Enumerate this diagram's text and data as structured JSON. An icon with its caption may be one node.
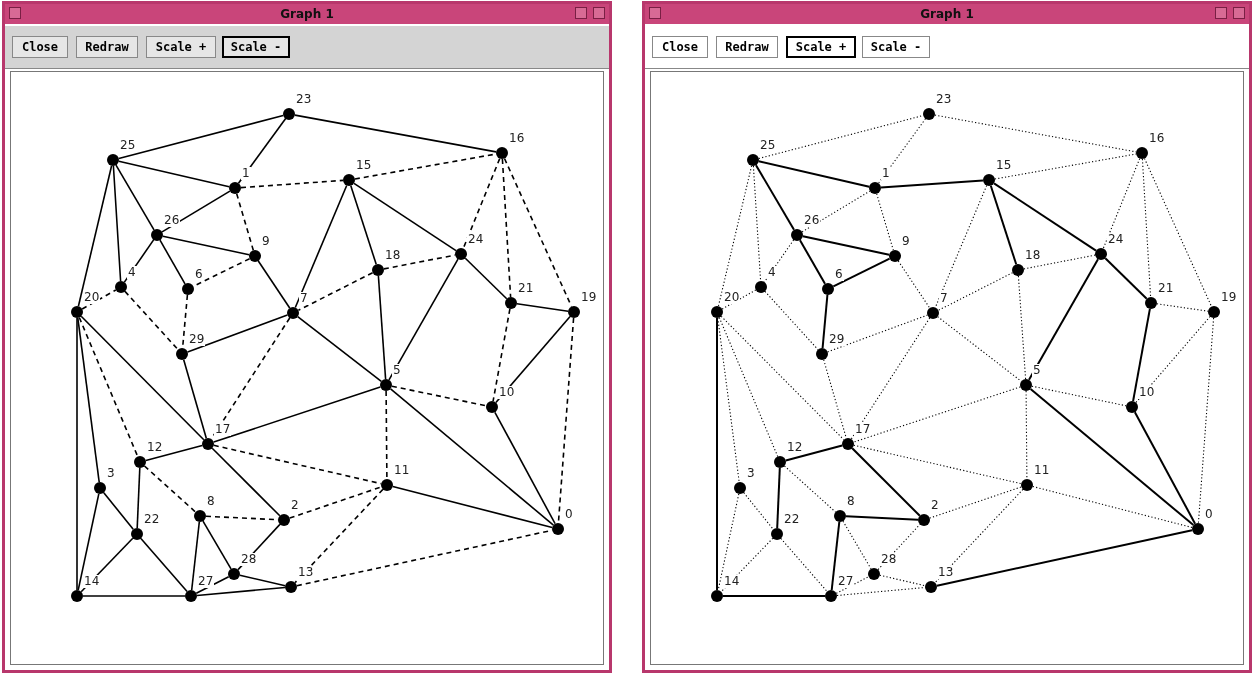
{
  "diagram": {
    "nodes": [
      {
        "text": [
          "Graph 1"
        ]
      },
      {
        "text": [
          "Close"
        ],
        "in": 0
      },
      {
        "text": [
          "Redraw"
        ],
        "in": 0
      },
      {
        "text": [
          "Scale +"
        ],
        "in": 0
      },
      {
        "text": [
          "Scale -"
        ],
        "in": 0
      },
      {
        "text": [],
        "shape": "circle",
        "beside": [
          "0"
        ],
        "in": 0
      },
      {
        "text": [],
        "shape": "circle",
        "beside": [
          "1"
        ],
        "in": 0
      },
      {
        "text": [],
        "shape": "circle",
        "beside": [
          "2"
        ],
        "in": 0
      },
      {
        "text": [],
        "shape": "circle",
        "beside": [
          "3"
        ],
        "in": 0
      },
      {
        "text": [],
        "shape": "circle",
        "beside": [
          "4"
        ],
        "in": 0
      },
      {
        "text": [],
        "shape": "circle",
        "beside": [
          "5"
        ],
        "in": 0
      },
      {
        "text": [],
        "shape": "circle",
        "beside": [
          "6"
        ],
        "in": 0
      },
      {
        "text": [],
        "shape": "circle",
        "beside": [
          "7"
        ],
        "in": 0
      },
      {
        "text": [],
        "shape": "circle",
        "beside": [
          "8"
        ],
        "in": 0
      },
      {
        "text": [],
        "shape": "circle",
        "beside": [
          "9"
        ],
        "in": 0
      },
      {
        "text": [],
        "shape": "circle",
        "beside": [
          "10"
        ],
        "in": 0
      },
      {
        "text": [],
        "shape": "circle",
        "beside": [
          "11"
        ],
        "in": 0
      },
      {
        "text": [],
        "shape": "circle",
        "beside": [
          "12"
        ],
        "in": 0
      },
      {
        "text": [],
        "shape": "circle",
        "beside": [
          "13"
        ],
        "in": 0
      },
      {
        "text": [],
        "shape": "circle",
        "beside": [
          "14"
        ],
        "in": 0
      },
      {
        "text": [],
        "shape": "circle",
        "beside": [
          "15"
        ],
        "in": 0
      },
      {
        "text": [],
        "shape": "circle",
        "beside": [
          "16"
        ],
        "in": 0
      },
      {
        "text": [],
        "shape": "circle",
        "beside": [
          "17"
        ],
        "in": 0
      },
      {
        "text": [],
        "shape": "circle",
        "beside": [
          "18"
        ],
        "in": 0
      },
      {
        "text": [],
        "shape": "circle",
        "beside": [
          "19"
        ],
        "in": 0
      },
      {
        "text": [],
        "shape": "circle",
        "beside": [
          "20"
        ],
        "in": 0
      },
      {
        "text": [],
        "shape": "circle",
        "beside": [
          "21"
        ],
        "in": 0
      },
      {
        "text": [],
        "shape": "circle",
        "beside": [
          "22"
        ],
        "in": 0
      },
      {
        "text": [],
        "shape": "circle",
        "beside": [
          "23"
        ],
        "in": 0
      },
      {
        "text": [],
        "shape": "circle",
        "beside": [
          "24"
        ],
        "in": 0
      },
      {
        "text": [],
        "shape": "circle",
        "beside": [
          "25"
        ],
        "in": 0
      },
      {
        "text": [],
        "shape": "circle",
        "beside": [
          "26"
        ],
        "in": 0
      },
      {
        "text": [],
        "shape": "circle",
        "beside": [
          "27"
        ],
        "in": 0
      },
      {
        "text": [],
        "shape": "circle",
        "beside": [
          "28"
        ],
        "in": 0
      },
      {
        "text": [],
        "shape": "circle",
        "beside": [
          "29"
        ],
        "in": 0
      },
      {
        "text": [
          "Graph 1"
        ]
      },
      {
        "text": [
          "Close"
        ],
        "in": 35
      },
      {
        "text": [
          "Redraw"
        ],
        "in": 35
      },
      {
        "text": [
          "Scale +"
        ],
        "in": 35
      },
      {
        "text": [
          "Scale -"
        ],
        "in": 35
      },
      {
        "text": [],
        "shape": "circle",
        "beside": [
          "0"
        ],
        "in": 35
      },
      {
        "text": [],
        "shape": "circle",
        "beside": [
          "1"
        ],
        "in": 35
      },
      {
        "text": [],
        "shape": "circle",
        "beside": [
          "2"
        ],
        "in": 35
      },
      {
        "text": [],
        "shape": "circle",
        "beside": [
          "3"
        ],
        "in": 35
      },
      {
        "text": [],
        "shape": "circle",
        "beside": [
          "4"
        ],
        "in": 35
      },
      {
        "text": [],
        "shape": "circle",
        "beside": [
          "5"
        ],
        "in": 35
      },
      {
        "text": [],
        "shape": "circle",
        "beside": [
          "6"
        ],
        "in": 35
      },
      {
        "text": [],
        "shape": "circle",
        "beside": [
          "7"
        ],
        "in": 35
      },
      {
        "text": [],
        "shape": "circle",
        "beside": [
          "8"
        ],
        "in": 35
      },
      {
        "text": [],
        "shape": "circle",
        "beside": [
          "9"
        ],
        "in": 35
      },
      {
        "text": [],
        "shape": "circle",
        "beside": [
          "10"
        ],
        "in": 35
      },
      {
        "text": [],
        "shape": "circle",
        "beside": [
          "11"
        ],
        "in": 35
      },
      {
        "text": [],
        "shape": "circle",
        "beside": [
          "12"
        ],
        "in": 35
      },
      {
        "text": [],
        "shape": "circle",
        "beside": [
          "13"
        ],
        "in": 35
      },
      {
        "text": [],
        "shape": "circle",
        "beside": [
          "14"
        ],
        "in": 35
      },
      {
        "text": [],
        "shape": "circle",
        "beside": [
          "15"
        ],
        "in": 35
      },
      {
        "text": [],
        "shape": "circle",
        "beside": [
          "16"
        ],
        "in": 35
      },
      {
        "text": [],
        "shape": "circle",
        "beside": [
          "17"
        ],
        "in": 35
      },
      {
        "text": [],
        "shape": "circle",
        "beside": [
          "18"
        ],
        "in": 35
      },
      {
        "text": [],
        "shape": "circle",
        "beside": [
          "19"
        ],
        "in": 35
      },
      {
        "text": [],
        "shape": "circle",
        "beside": [
          "20"
        ],
        "in": 35
      },
      {
        "text": [],
        "shape": "circle",
        "beside": [
          "21"
        ],
        "in": 35
      },
      {
        "text": [],
        "shape": "circle",
        "beside": [
          "22"
        ],
        "in": 35
      },
      {
        "text": [],
        "shape": "circle",
        "beside": [
          "23"
        ],
        "in": 35
      },
      {
        "text": [],
        "shape": "circle",
        "beside": [
          "24"
        ],
        "in": 35
      },
      {
        "text": [],
        "shape": "circle",
        "beside": [
          "25"
        ],
        "in": 35
      },
      {
        "text": [],
        "shape": "circle",
        "beside": [
          "26"
        ],
        "in": 35
      },
      {
        "text": [],
        "shape": "circle",
        "beside": [
          "27"
        ],
        "in": 35
      },
      {
        "text": [],
        "shape": "circle",
        "beside": [
          "28"
        ],
        "in": 35
      },
      {
        "text": [],
        "shape": "circle",
        "beside": [
          "29"
        ],
        "in": 35
      }
    ],
    "edges": [
      {
        "from": 30,
        "to": 28,
        "arrow": "none"
      },
      {
        "from": 28,
        "to": 21,
        "arrow": "none"
      },
      {
        "from": 28,
        "to": 6,
        "arrow": "none"
      },
      {
        "from": 30,
        "to": 6,
        "arrow": "none"
      },
      {
        "from": 30,
        "to": 31,
        "arrow": "none"
      },
      {
        "from": 30,
        "to": 9,
        "arrow": "none"
      },
      {
        "from": 30,
        "to": 25,
        "arrow": "none"
      },
      {
        "from": 31,
        "to": 6,
        "arrow": "none"
      },
      {
        "from": 31,
        "to": 14,
        "arrow": "none"
      },
      {
        "from": 31,
        "to": 9,
        "arrow": "none"
      },
      {
        "from": 31,
        "to": 11,
        "arrow": "none"
      },
      {
        "from": 14,
        "to": 12,
        "arrow": "none"
      },
      {
        "from": 20,
        "to": 12,
        "arrow": "none"
      },
      {
        "from": 20,
        "to": 23,
        "arrow": "none"
      },
      {
        "from": 20,
        "to": 29,
        "arrow": "none"
      },
      {
        "from": 29,
        "to": 10,
        "arrow": "none"
      },
      {
        "from": 29,
        "to": 26,
        "arrow": "none"
      },
      {
        "from": 26,
        "to": 24,
        "arrow": "none"
      },
      {
        "from": 34,
        "to": 12,
        "arrow": "none"
      },
      {
        "from": 12,
        "to": 10,
        "arrow": "none"
      },
      {
        "from": 23,
        "to": 10,
        "arrow": "none"
      },
      {
        "from": 24,
        "to": 15,
        "arrow": "none"
      },
      {
        "from": 15,
        "to": 5,
        "arrow": "none"
      },
      {
        "from": 10,
        "to": 5,
        "arrow": "none"
      },
      {
        "from": 10,
        "to": 22,
        "arrow": "none"
      },
      {
        "from": 25,
        "to": 22,
        "arrow": "none"
      },
      {
        "from": 25,
        "to": 19,
        "arrow": "none"
      },
      {
        "from": 25,
        "to": 8,
        "arrow": "none"
      },
      {
        "from": 34,
        "to": 22,
        "arrow": "none"
      },
      {
        "from": 22,
        "to": 17,
        "arrow": "none"
      },
      {
        "from": 22,
        "to": 7,
        "arrow": "none"
      },
      {
        "from": 17,
        "to": 27,
        "arrow": "none"
      },
      {
        "from": 8,
        "to": 27,
        "arrow": "none"
      },
      {
        "from": 8,
        "to": 19,
        "arrow": "none"
      },
      {
        "from": 27,
        "to": 19,
        "arrow": "none"
      },
      {
        "from": 27,
        "to": 32,
        "arrow": "none"
      },
      {
        "from": 19,
        "to": 32,
        "arrow": "none"
      },
      {
        "from": 13,
        "to": 32,
        "arrow": "none"
      },
      {
        "from": 13,
        "to": 33,
        "arrow": "none"
      },
      {
        "from": 33,
        "to": 7,
        "arrow": "none"
      },
      {
        "from": 32,
        "to": 33,
        "arrow": "none"
      },
      {
        "from": 33,
        "to": 18,
        "arrow": "none"
      },
      {
        "from": 32,
        "to": 18,
        "arrow": "none"
      },
      {
        "from": 16,
        "to": 5,
        "arrow": "none"
      },
      {
        "from": 6,
        "to": 20,
        "arrow": "none",
        "style": "dashed"
      },
      {
        "from": 20,
        "to": 21,
        "arrow": "none",
        "style": "dashed"
      },
      {
        "from": 6,
        "to": 14,
        "arrow": "none",
        "style": "dashed"
      },
      {
        "from": 21,
        "to": 29,
        "arrow": "none",
        "style": "dashed"
      },
      {
        "from": 21,
        "to": 26,
        "arrow": "none",
        "style": "dashed"
      },
      {
        "from": 21,
        "to": 24,
        "arrow": "none",
        "style": "dashed"
      },
      {
        "from": 14,
        "to": 11,
        "arrow": "none",
        "style": "dashed"
      },
      {
        "from": 23,
        "to": 12,
        "arrow": "none",
        "style": "dashed"
      },
      {
        "from": 23,
        "to": 29,
        "arrow": "none",
        "style": "dashed"
      },
      {
        "from": 25,
        "to": 9,
        "arrow": "none",
        "style": "dashed"
      },
      {
        "from": 9,
        "to": 34,
        "arrow": "none",
        "style": "dashed"
      },
      {
        "from": 11,
        "to": 34,
        "arrow": "none",
        "style": "dashed"
      },
      {
        "from": 12,
        "to": 22,
        "arrow": "none",
        "style": "dashed"
      },
      {
        "from": 26,
        "to": 15,
        "arrow": "none",
        "style": "dashed"
      },
      {
        "from": 24,
        "to": 5,
        "arrow": "none",
        "style": "dashed"
      },
      {
        "from": 10,
        "to": 15,
        "arrow": "none",
        "style": "dashed"
      },
      {
        "from": 10,
        "to": 16,
        "arrow": "none",
        "style": "dashed"
      },
      {
        "from": 25,
        "to": 17,
        "arrow": "none",
        "style": "dashed"
      },
      {
        "from": 22,
        "to": 16,
        "arrow": "none",
        "style": "dashed"
      },
      {
        "from": 17,
        "to": 13,
        "arrow": "none",
        "style": "dashed"
      },
      {
        "from": 13,
        "to": 7,
        "arrow": "none",
        "style": "dashed"
      },
      {
        "from": 7,
        "to": 16,
        "arrow": "none",
        "style": "dashed"
      },
      {
        "from": 16,
        "to": 18,
        "arrow": "none",
        "style": "dashed"
      },
      {
        "from": 18,
        "to": 5,
        "arrow": "none",
        "style": "dashed"
      },
      {
        "from": 65,
        "to": 63,
        "arrow": "none",
        "style": "dashed"
      },
      {
        "from": 63,
        "to": 56,
        "arrow": "none",
        "style": "dashed"
      },
      {
        "from": 63,
        "to": 41,
        "arrow": "none",
        "style": "dashed"
      },
      {
        "from": 65,
        "to": 41,
        "arrow": "none"
      },
      {
        "from": 65,
        "to": 66,
        "arrow": "none"
      },
      {
        "from": 65,
        "to": 44,
        "arrow": "none",
        "style": "dashed"
      },
      {
        "from": 65,
        "to": 60,
        "arrow": "none",
        "style": "dashed"
      },
      {
        "from": 66,
        "to": 41,
        "arrow": "none",
        "style": "dashed"
      },
      {
        "from": 66,
        "to": 49,
        "arrow": "none"
      },
      {
        "from": 66,
        "to": 44,
        "arrow": "none",
        "style": "dashed"
      },
      {
        "from": 66,
        "to": 46,
        "arrow": "none"
      },
      {
        "from": 49,
        "to": 47,
        "arrow": "none",
        "style": "dashed"
      },
      {
        "from": 55,
        "to": 47,
        "arrow": "none",
        "style": "dashed"
      },
      {
        "from": 55,
        "to": 58,
        "arrow": "none"
      },
      {
        "from": 55,
        "to": 64,
        "arrow": "none"
      },
      {
        "from": 64,
        "to": 45,
        "arrow": "none"
      },
      {
        "from": 64,
        "to": 61,
        "arrow": "none"
      },
      {
        "from": 61,
        "to": 59,
        "arrow": "none",
        "style": "dashed"
      },
      {
        "from": 69,
        "to": 47,
        "arrow": "none",
        "style": "dashed"
      },
      {
        "from": 47,
        "to": 45,
        "arrow": "none",
        "style": "dashed"
      },
      {
        "from": 58,
        "to": 45,
        "arrow": "none",
        "style": "dashed"
      },
      {
        "from": 59,
        "to": 50,
        "arrow": "none",
        "style": "dashed"
      },
      {
        "from": 50,
        "to": 40,
        "arrow": "none"
      },
      {
        "from": 45,
        "to": 40,
        "arrow": "none"
      },
      {
        "from": 45,
        "to": 57,
        "arrow": "none",
        "style": "dashed"
      },
      {
        "from": 60,
        "to": 57,
        "arrow": "none",
        "style": "dashed"
      },
      {
        "from": 60,
        "to": 54,
        "arrow": "none"
      },
      {
        "from": 60,
        "to": 43,
        "arrow": "none",
        "style": "dashed"
      },
      {
        "from": 69,
        "to": 57,
        "arrow": "none",
        "style": "dashed"
      },
      {
        "from": 57,
        "to": 52,
        "arrow": "none"
      },
      {
        "from": 57,
        "to": 42,
        "arrow": "none"
      },
      {
        "from": 52,
        "to": 62,
        "arrow": "none"
      },
      {
        "from": 43,
        "to": 62,
        "arrow": "none",
        "style": "dashed"
      },
      {
        "from": 43,
        "to": 54,
        "arrow": "none",
        "style": "dashed"
      },
      {
        "from": 62,
        "to": 54,
        "arrow": "none",
        "style": "dashed"
      },
      {
        "from": 62,
        "to": 67,
        "arrow": "none",
        "style": "dashed"
      },
      {
        "from": 54,
        "to": 67,
        "arrow": "none"
      },
      {
        "from": 48,
        "to": 67,
        "arrow": "none"
      },
      {
        "from": 48,
        "to": 68,
        "arrow": "none",
        "style": "dashed"
      },
      {
        "from": 68,
        "to": 42,
        "arrow": "none",
        "style": "dashed"
      },
      {
        "from": 67,
        "to": 68,
        "arrow": "none",
        "style": "dashed"
      },
      {
        "from": 68,
        "to": 53,
        "arrow": "none",
        "style": "dashed"
      },
      {
        "from": 67,
        "to": 53,
        "arrow": "none",
        "style": "dashed"
      },
      {
        "from": 51,
        "to": 40,
        "arrow": "none",
        "style": "dashed"
      },
      {
        "from": 41,
        "to": 55,
        "arrow": "none"
      },
      {
        "from": 55,
        "to": 56,
        "arrow": "none",
        "style": "dashed"
      },
      {
        "from": 41,
        "to": 49,
        "arrow": "none",
        "style": "dashed"
      },
      {
        "from": 56,
        "to": 64,
        "arrow": "none",
        "style": "dashed"
      },
      {
        "from": 56,
        "to": 61,
        "arrow": "none",
        "style": "dashed"
      },
      {
        "from": 56,
        "to": 59,
        "arrow": "none",
        "style": "dashed"
      },
      {
        "from": 49,
        "to": 46,
        "arrow": "none"
      },
      {
        "from": 58,
        "to": 47,
        "arrow": "none",
        "style": "dashed"
      },
      {
        "from": 58,
        "to": 64,
        "arrow": "none",
        "style": "dashed"
      },
      {
        "from": 60,
        "to": 44,
        "arrow": "none",
        "style": "dashed"
      },
      {
        "from": 44,
        "to": 69,
        "arrow": "none",
        "style": "dashed"
      },
      {
        "from": 46,
        "to": 69,
        "arrow": "none"
      },
      {
        "from": 47,
        "to": 57,
        "arrow": "none",
        "style": "dashed"
      },
      {
        "from": 61,
        "to": 50,
        "arrow": "none"
      },
      {
        "from": 59,
        "to": 40,
        "arrow": "none",
        "style": "dashed"
      },
      {
        "from": 45,
        "to": 50,
        "arrow": "none",
        "style": "dashed"
      },
      {
        "from": 45,
        "to": 51,
        "arrow": "none",
        "style": "dashed"
      },
      {
        "from": 60,
        "to": 52,
        "arrow": "none",
        "style": "dashed"
      },
      {
        "from": 57,
        "to": 51,
        "arrow": "none",
        "style": "dashed"
      },
      {
        "from": 52,
        "to": 48,
        "arrow": "none",
        "style": "dashed"
      },
      {
        "from": 48,
        "to": 42,
        "arrow": "none"
      },
      {
        "from": 42,
        "to": 51,
        "arrow": "none",
        "style": "dashed"
      },
      {
        "from": 51,
        "to": 53,
        "arrow": "none",
        "style": "dashed"
      },
      {
        "from": 53,
        "to": 40,
        "arrow": "none"
      }
    ]
  }
}
